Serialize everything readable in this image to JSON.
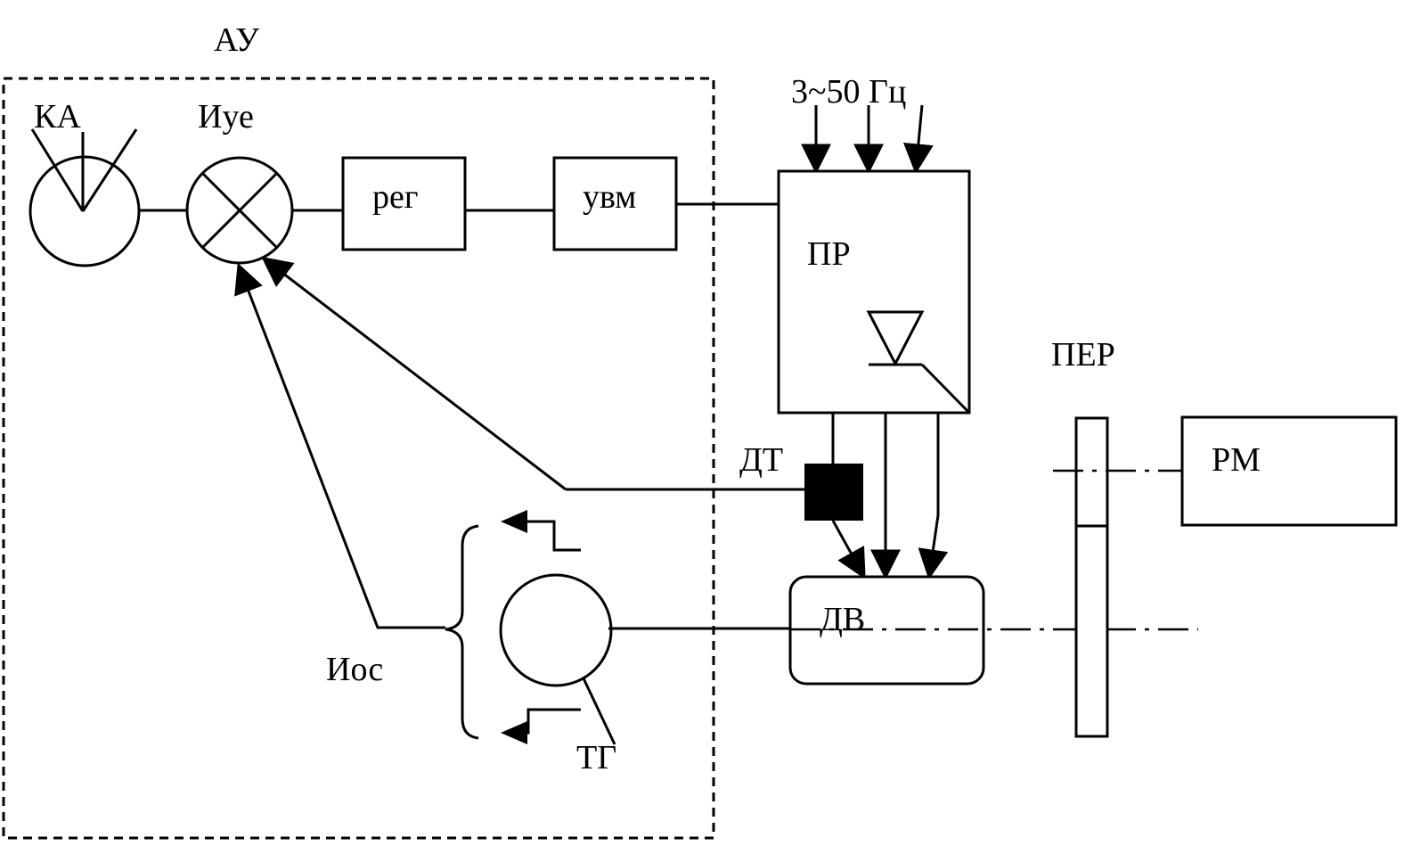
{
  "labels": {
    "au": "АУ",
    "ka": "КА",
    "iue": "Иуе",
    "reg": "рег",
    "uvm": "увм",
    "supply": "3~50 Гц",
    "pr": "ПР",
    "per": "ПЕР",
    "dt": "ДТ",
    "rm": "РМ",
    "dv": "ДВ",
    "ios": "Иос",
    "tg": "ТГ"
  }
}
